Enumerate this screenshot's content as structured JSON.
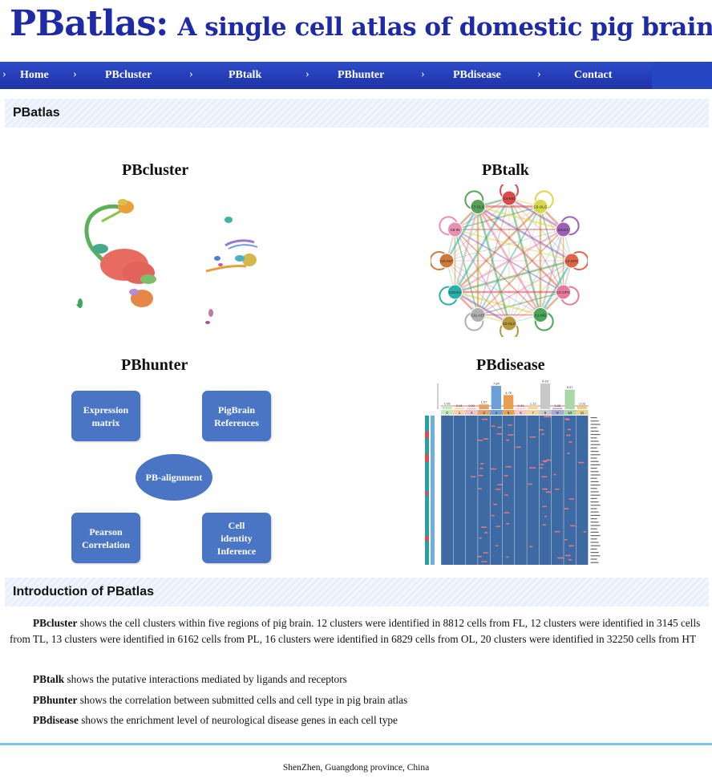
{
  "header": {
    "title_main": "PBatlas:",
    "title_sub": "A single cell atlas of domestic pig brain"
  },
  "nav": {
    "arrow_glyph": "›",
    "items": [
      "Home",
      "PBcluster",
      "PBtalk",
      "PBhunter",
      "PBdisease",
      "Contact"
    ]
  },
  "section_main": {
    "title": "PBatlas"
  },
  "panels": {
    "cluster": {
      "title": "PBcluster"
    },
    "talk": {
      "title": "PBtalk",
      "nodes": [
        "C4-MG",
        "C5-OLG",
        "C6-EX",
        "C3-OPC",
        "C2-OPC",
        "C1-MG",
        "C0-OLG",
        "C11-AST",
        "C10-EX",
        "C9-AST",
        "C8-IN",
        "C7-OLG"
      ]
    },
    "hunter": {
      "title": "PBhunter",
      "box_expression": "Expression matrix",
      "box_references": "PigBrain References",
      "center": "PB-alignment",
      "box_pearson": "Pearson Correlation",
      "box_inference": "Cell identity Inference"
    },
    "disease": {
      "title": "PBdisease",
      "bar_values": [
        "1.09",
        "0.01",
        "0.01",
        "1.57",
        "7.84",
        "4.76",
        "0.31",
        "1.13",
        "8.63",
        "0.26",
        "6.57",
        "1.03"
      ],
      "column_labels": [
        "0",
        "1",
        "2",
        "3",
        "4",
        "5",
        "6",
        "7",
        "8",
        "9",
        "10",
        "11"
      ]
    }
  },
  "section_intro": {
    "title": "Introduction of PBatlas"
  },
  "intro": {
    "cluster_name": "PBcluster",
    "cluster_text": " shows the cell clusters within five regions of pig brain. 12 clusters were identified in 8812 cells from FL, 12 clusters were identified in 3145 cells from TL, 13 clusters were identified in 6162 cells from PL, 16 clusters were identified in 6829 cells from OL, 20 clusters were identified in 32250 cells from HT",
    "talk_name": "PBtalk",
    "talk_text": " shows the putative interactions mediated by ligands and receptors",
    "hunter_name": "PBhunter",
    "hunter_text": " shows the correlation between submitted cells and cell type in pig brain atlas",
    "disease_name": "PBdisease",
    "disease_text": " shows the enrichment level of neurological disease genes in each cell type"
  },
  "footer": {
    "text": "ShenZhen, Guangdong province, China"
  },
  "colors": {
    "nav_blue": "#1d33a6",
    "title_blue": "#1f2aa5",
    "flow_blue": "#4a74c4",
    "heatmap_blue": "#3d6aa3",
    "footer_line": "#7fc3e6"
  }
}
